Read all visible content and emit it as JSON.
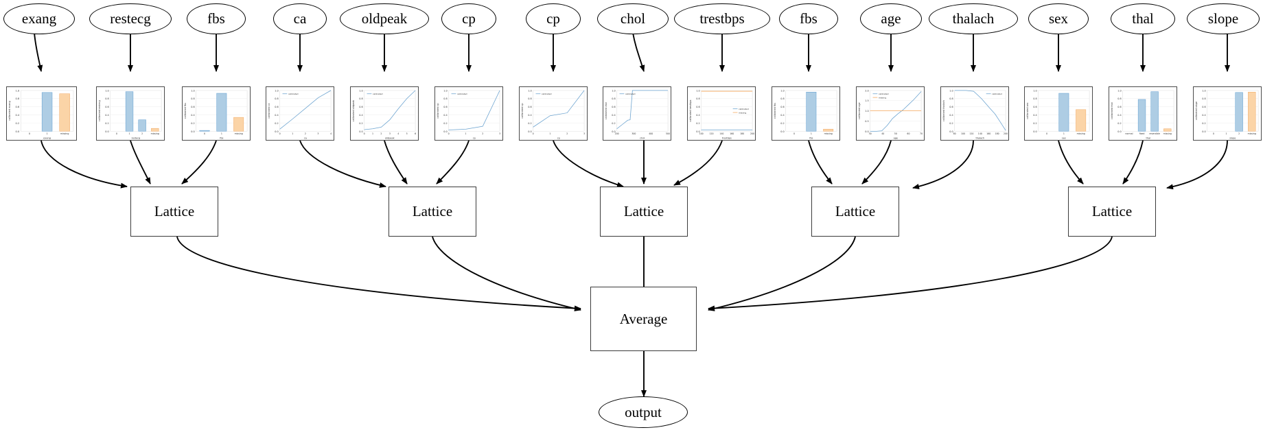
{
  "diagram": {
    "type": "calibrated-lattice-ensemble",
    "title": "",
    "aggregate_node_label": "Average",
    "lattice_node_label": "Lattice",
    "output_node_label": "output",
    "colors": {
      "calibrator_line": "#6ba3d0",
      "calibrator_bar_fill": "#aecde4",
      "calibrator_bar_edge": "#5b9bcf",
      "missing_bar_fill": "#fbd4a7",
      "missing_bar_edge": "#f0a660",
      "missing_line": "#f5a85c",
      "node_stroke": "#000000",
      "box_stroke": "#3a3a3a",
      "edge_stroke": "#000000",
      "background": "#ffffff"
    }
  },
  "feature_nodes": [
    {
      "id": "exang",
      "label": "exang"
    },
    {
      "id": "restecg",
      "label": "restecg"
    },
    {
      "id": "fbs1",
      "label": "fbs"
    },
    {
      "id": "ca",
      "label": "ca"
    },
    {
      "id": "oldpeak",
      "label": "oldpeak"
    },
    {
      "id": "cp1",
      "label": "cp"
    },
    {
      "id": "cp2",
      "label": "cp"
    },
    {
      "id": "chol",
      "label": "chol"
    },
    {
      "id": "trestbps",
      "label": "trestbps"
    },
    {
      "id": "fbs2",
      "label": "fbs"
    },
    {
      "id": "age",
      "label": "age"
    },
    {
      "id": "thalach",
      "label": "thalach"
    },
    {
      "id": "sex",
      "label": "sex"
    },
    {
      "id": "thal",
      "label": "thal"
    },
    {
      "id": "slope",
      "label": "slope"
    }
  ],
  "lattice_nodes": [
    {
      "id": "lattice0",
      "label": "Lattice"
    },
    {
      "id": "lattice1",
      "label": "Lattice"
    },
    {
      "id": "lattice2",
      "label": "Lattice"
    },
    {
      "id": "lattice3",
      "label": "Lattice"
    },
    {
      "id": "lattice4",
      "label": "Lattice"
    }
  ],
  "aggregate_node": {
    "id": "average",
    "label": "Average"
  },
  "output_node": {
    "id": "output",
    "label": "output"
  },
  "chart_data": [
    {
      "id": "cal-exang",
      "type": "bar",
      "feature": "exang",
      "xlabel": "exang",
      "ylabel": "calibrated exang",
      "categories": [
        "0",
        "1",
        "missing"
      ],
      "values": [
        0.0,
        0.95,
        0.92
      ],
      "ylim": [
        0,
        1.0
      ],
      "grid": true,
      "legend": "none",
      "bar_colors": [
        "#aecde4",
        "#aecde4",
        "#fbd4a7"
      ],
      "yticks": [
        "0.0",
        "0.2",
        "0.4",
        "0.6",
        "0.8",
        "1.0"
      ]
    },
    {
      "id": "cal-restecg",
      "type": "bar",
      "feature": "restecg",
      "xlabel": "restecg",
      "ylabel": "calibrated restecg",
      "categories": [
        "0",
        "1",
        "2",
        "missing"
      ],
      "values": [
        0.0,
        0.97,
        0.28,
        0.07
      ],
      "ylim": [
        0,
        1.0
      ],
      "grid": true,
      "legend": "none",
      "bar_colors": [
        "#aecde4",
        "#aecde4",
        "#aecde4",
        "#fbd4a7"
      ],
      "yticks": [
        "0.0",
        "0.2",
        "0.4",
        "0.6",
        "0.8",
        "1.0"
      ]
    },
    {
      "id": "cal-fbs-1",
      "type": "bar",
      "feature": "fbs",
      "xlabel": "fbs",
      "ylabel": "calibrated fbs",
      "categories": [
        "0",
        "1",
        "missing"
      ],
      "values": [
        0.02,
        0.93,
        0.34
      ],
      "ylim": [
        0,
        1.0
      ],
      "grid": true,
      "legend": "none",
      "bar_colors": [
        "#aecde4",
        "#aecde4",
        "#fbd4a7"
      ],
      "yticks": [
        "0.0",
        "0.2",
        "0.4",
        "0.6",
        "0.8",
        "1.0"
      ]
    },
    {
      "id": "cal-ca",
      "type": "line",
      "feature": "ca",
      "xlabel": "ca",
      "ylabel": "calibrated ca",
      "legend": [
        "calibrated"
      ],
      "legend_position": "upper left",
      "x": [
        0,
        1,
        2,
        3,
        4
      ],
      "y": [
        0.05,
        0.3,
        0.56,
        0.82,
        1.0
      ],
      "xlim": [
        0,
        4
      ],
      "ylim": [
        0,
        1.0
      ],
      "grid": true,
      "xticks": [
        "0",
        "1",
        "2",
        "3",
        "4"
      ],
      "yticks": [
        "0.0",
        "0.2",
        "0.4",
        "0.6",
        "0.8",
        "1.0"
      ]
    },
    {
      "id": "cal-oldpeak",
      "type": "line",
      "feature": "oldpeak",
      "xlabel": "oldpeak",
      "ylabel": "calibrated oldpeak",
      "legend": [
        "calibrated"
      ],
      "legend_position": "upper left",
      "x": [
        0,
        1,
        2,
        3,
        4,
        5,
        6
      ],
      "y": [
        0.04,
        0.06,
        0.1,
        0.28,
        0.55,
        0.8,
        1.0
      ],
      "xlim": [
        0,
        6
      ],
      "ylim": [
        0,
        1.0
      ],
      "grid": true,
      "xticks": [
        "0",
        "1",
        "2",
        "3",
        "4",
        "5",
        "6"
      ],
      "yticks": [
        "0.0",
        "0.2",
        "0.4",
        "0.6",
        "0.8",
        "1.0"
      ]
    },
    {
      "id": "cal-cp-1",
      "type": "line",
      "feature": "cp",
      "xlabel": "cp",
      "ylabel": "calibrated cp",
      "legend": [
        "calibrated"
      ],
      "legend_position": "upper left",
      "x": [
        0,
        1,
        2,
        3
      ],
      "y": [
        0.03,
        0.05,
        0.12,
        1.0
      ],
      "xlim": [
        0,
        3
      ],
      "ylim": [
        0,
        1.0
      ],
      "grid": true,
      "xticks": [
        "0",
        "1",
        "2",
        "3"
      ],
      "yticks": [
        "0.0",
        "0.2",
        "0.4",
        "0.6",
        "0.8",
        "1.0"
      ]
    },
    {
      "id": "cal-cp-2",
      "type": "line",
      "feature": "cp",
      "xlabel": "cp",
      "ylabel": "calibrated cp",
      "legend": [
        "calibrated"
      ],
      "legend_position": "upper left",
      "x": [
        0,
        1,
        2,
        3
      ],
      "y": [
        0.1,
        0.38,
        0.45,
        1.0
      ],
      "xlim": [
        0,
        3
      ],
      "ylim": [
        0,
        1.0
      ],
      "grid": true,
      "xticks": [
        "0",
        "1",
        "2",
        "3"
      ],
      "yticks": [
        "0.0",
        "0.2",
        "0.4",
        "0.6",
        "0.8",
        "1.0"
      ]
    },
    {
      "id": "cal-chol",
      "type": "line",
      "feature": "chol",
      "xlabel": "chol",
      "ylabel": "calibrated chol",
      "legend": [
        "calibrated"
      ],
      "legend_position": "upper left",
      "x": [
        126,
        180,
        220,
        240,
        260,
        330,
        420,
        564
      ],
      "y": [
        0.06,
        0.18,
        0.27,
        0.28,
        1.0,
        1.0,
        1.0,
        1.0
      ],
      "xlim": [
        126,
        564
      ],
      "ylim": [
        0,
        1.0
      ],
      "grid": true,
      "xticks": [
        "200",
        "300",
        "400",
        "500"
      ],
      "yticks": [
        "0.0",
        "0.2",
        "0.4",
        "0.6",
        "0.8",
        "1.0"
      ]
    },
    {
      "id": "cal-trestbps",
      "type": "line",
      "feature": "trestbps",
      "xlabel": "trestbps",
      "ylabel": "calibrated trestbps",
      "legend": [
        "calibrated",
        "missing"
      ],
      "legend_position": "center right",
      "x": [
        94,
        120,
        140,
        160,
        180,
        200
      ],
      "series": [
        {
          "name": "calibrated",
          "values": [
            0.03,
            0.03,
            0.03,
            0.03,
            0.03,
            0.03
          ],
          "color": "#6ba3d0"
        },
        {
          "name": "missing",
          "values": [
            0.98,
            0.98,
            0.98,
            0.98,
            0.98,
            0.98
          ],
          "color": "#f5a85c"
        }
      ],
      "xlim": [
        94,
        200
      ],
      "ylim": [
        0,
        1.0
      ],
      "grid": true,
      "xticks": [
        "100",
        "120",
        "140",
        "160",
        "180",
        "200"
      ],
      "yticks": [
        "0.0",
        "0.2",
        "0.4",
        "0.6",
        "0.8",
        "1.0"
      ]
    },
    {
      "id": "cal-fbs-2",
      "type": "bar",
      "feature": "fbs",
      "xlabel": "fbs",
      "ylabel": "calibrated fbs",
      "categories": [
        "0",
        "1",
        "missing"
      ],
      "values": [
        0.0,
        0.96,
        0.05
      ],
      "ylim": [
        0,
        1.0
      ],
      "grid": true,
      "legend": "none",
      "bar_colors": [
        "#aecde4",
        "#aecde4",
        "#fbd4a7"
      ],
      "yticks": [
        "0.0",
        "0.2",
        "0.4",
        "0.6",
        "0.8",
        "1.0"
      ]
    },
    {
      "id": "cal-age",
      "type": "line",
      "feature": "age",
      "xlabel": "age",
      "ylabel": "calibrated age",
      "legend": [
        "calibrated",
        "missing"
      ],
      "legend_position": "upper left",
      "x": [
        29,
        35,
        40,
        45,
        50,
        55,
        60,
        65,
        70,
        77
      ],
      "series": [
        {
          "name": "calibrated",
          "values": [
            0.0,
            0.0,
            0.02,
            0.28,
            0.62,
            0.85,
            1.05,
            1.3,
            1.55,
            1.95
          ],
          "color": "#6ba3d0"
        },
        {
          "name": "missing",
          "values": [
            1.0,
            1.0,
            1.0,
            1.0,
            1.0,
            1.0,
            1.0,
            1.0,
            1.0,
            1.0
          ],
          "color": "#f5a85c"
        }
      ],
      "xlim": [
        29,
        77
      ],
      "ylim": [
        0,
        2.0
      ],
      "grid": true,
      "xticks": [
        "30",
        "40",
        "50",
        "60",
        "70"
      ],
      "yticks": [
        "0.0",
        "0.5",
        "1.0",
        "1.5",
        "2.0"
      ]
    },
    {
      "id": "cal-thalach",
      "type": "line",
      "feature": "thalach",
      "xlabel": "thalach",
      "ylabel": "calibrated thalach",
      "legend": [
        "calibrated"
      ],
      "legend_position": "upper right",
      "x": [
        71,
        100,
        120,
        140,
        160,
        175,
        190,
        202
      ],
      "y": [
        1.0,
        1.0,
        0.98,
        0.8,
        0.58,
        0.42,
        0.2,
        0.02
      ],
      "xlim": [
        71,
        202
      ],
      "ylim": [
        0,
        1.0
      ],
      "grid": true,
      "xticks": [
        "80",
        "100",
        "120",
        "140",
        "160",
        "180",
        "200"
      ],
      "yticks": [
        "0.0",
        "0.2",
        "0.4",
        "0.6",
        "0.8",
        "1.0"
      ]
    },
    {
      "id": "cal-sex",
      "type": "bar",
      "feature": "sex",
      "xlabel": "sex",
      "ylabel": "calibrated sex",
      "categories": [
        "0",
        "1",
        "missing"
      ],
      "values": [
        0.0,
        0.93,
        0.53
      ],
      "ylim": [
        0,
        1.0
      ],
      "grid": true,
      "legend": "none",
      "bar_colors": [
        "#aecde4",
        "#aecde4",
        "#fbd4a7"
      ],
      "yticks": [
        "0.0",
        "0.2",
        "0.4",
        "0.6",
        "0.8",
        "1.0"
      ]
    },
    {
      "id": "cal-thal",
      "type": "bar",
      "feature": "thal",
      "xlabel": "thal",
      "ylabel": "calibrated thal",
      "categories": [
        "normal",
        "fixed",
        "reversible",
        "missing"
      ],
      "values": [
        0.0,
        0.78,
        0.97,
        0.06
      ],
      "ylim": [
        0,
        1.0
      ],
      "grid": true,
      "legend": "none",
      "bar_colors": [
        "#aecde4",
        "#aecde4",
        "#aecde4",
        "#fbd4a7"
      ],
      "yticks": [
        "0.0",
        "0.2",
        "0.4",
        "0.6",
        "0.8",
        "1.0"
      ]
    },
    {
      "id": "cal-slope",
      "type": "bar",
      "feature": "slope",
      "xlabel": "slope",
      "ylabel": "calibrated slope",
      "categories": [
        "0",
        "1",
        "2",
        "missing"
      ],
      "values": [
        0.0,
        0.0,
        0.95,
        0.96
      ],
      "ylim": [
        0,
        1.0
      ],
      "grid": true,
      "legend": "none",
      "bar_colors": [
        "#aecde4",
        "#aecde4",
        "#aecde4",
        "#fbd4a7"
      ],
      "yticks": [
        "0.0",
        "0.2",
        "0.4",
        "0.6",
        "0.8",
        "1.0"
      ]
    }
  ],
  "legend_labels": {
    "calibrated": "calibrated",
    "missing": "missing"
  }
}
